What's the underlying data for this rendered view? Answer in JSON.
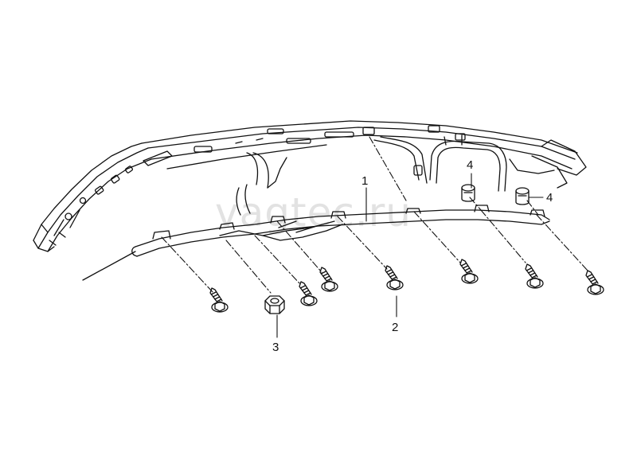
{
  "diagram": {
    "watermark": "vagtec.ru",
    "callouts": [
      {
        "id": "1",
        "label": "1"
      },
      {
        "id": "2",
        "label": "2"
      },
      {
        "id": "3",
        "label": "3"
      },
      {
        "id": "4a",
        "label": "4"
      },
      {
        "id": "4b",
        "label": "4"
      }
    ]
  },
  "colors": {
    "ink": "#111111",
    "watermark": "#d9d9d9",
    "background": "#ffffff"
  }
}
